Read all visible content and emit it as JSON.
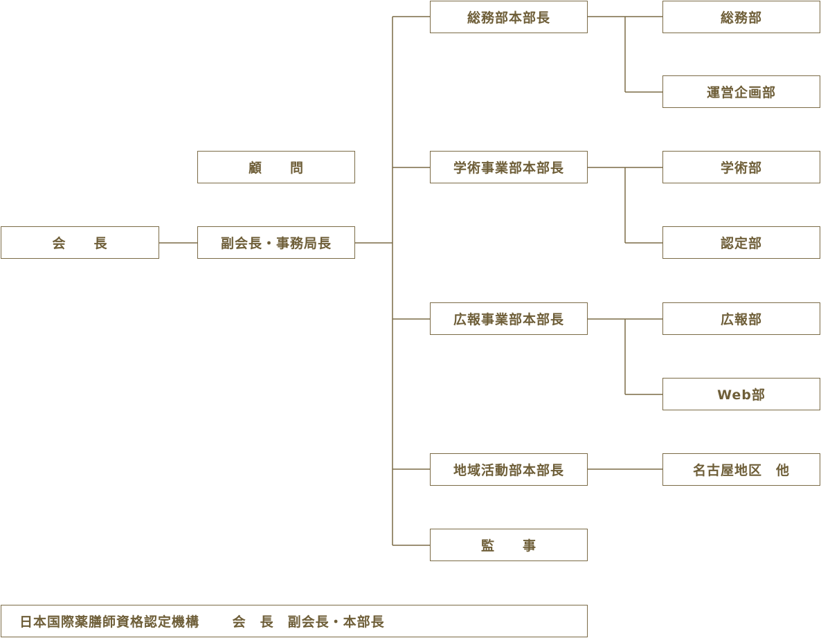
{
  "chairman": "会　　長",
  "advisor": "顧　　問",
  "vice_chairman": "副会長・事務局長",
  "headquarters": [
    {
      "label": "総務部本部長",
      "departments": [
        "総務部",
        "運営企画部"
      ]
    },
    {
      "label": "学術事業部本部長",
      "departments": [
        "学術部",
        "認定部"
      ]
    },
    {
      "label": "広報事業部本部長",
      "departments": [
        "広報部",
        "Web部"
      ]
    },
    {
      "label": "地域活動部本部長",
      "departments": [
        "名古屋地区　他"
      ]
    }
  ],
  "auditor": "監　　事",
  "footer": "日本国際薬膳師資格認定機構　　 会　長　副会長・本部長",
  "colors": {
    "line": "#7a6a45",
    "text": "#6e5e38"
  }
}
